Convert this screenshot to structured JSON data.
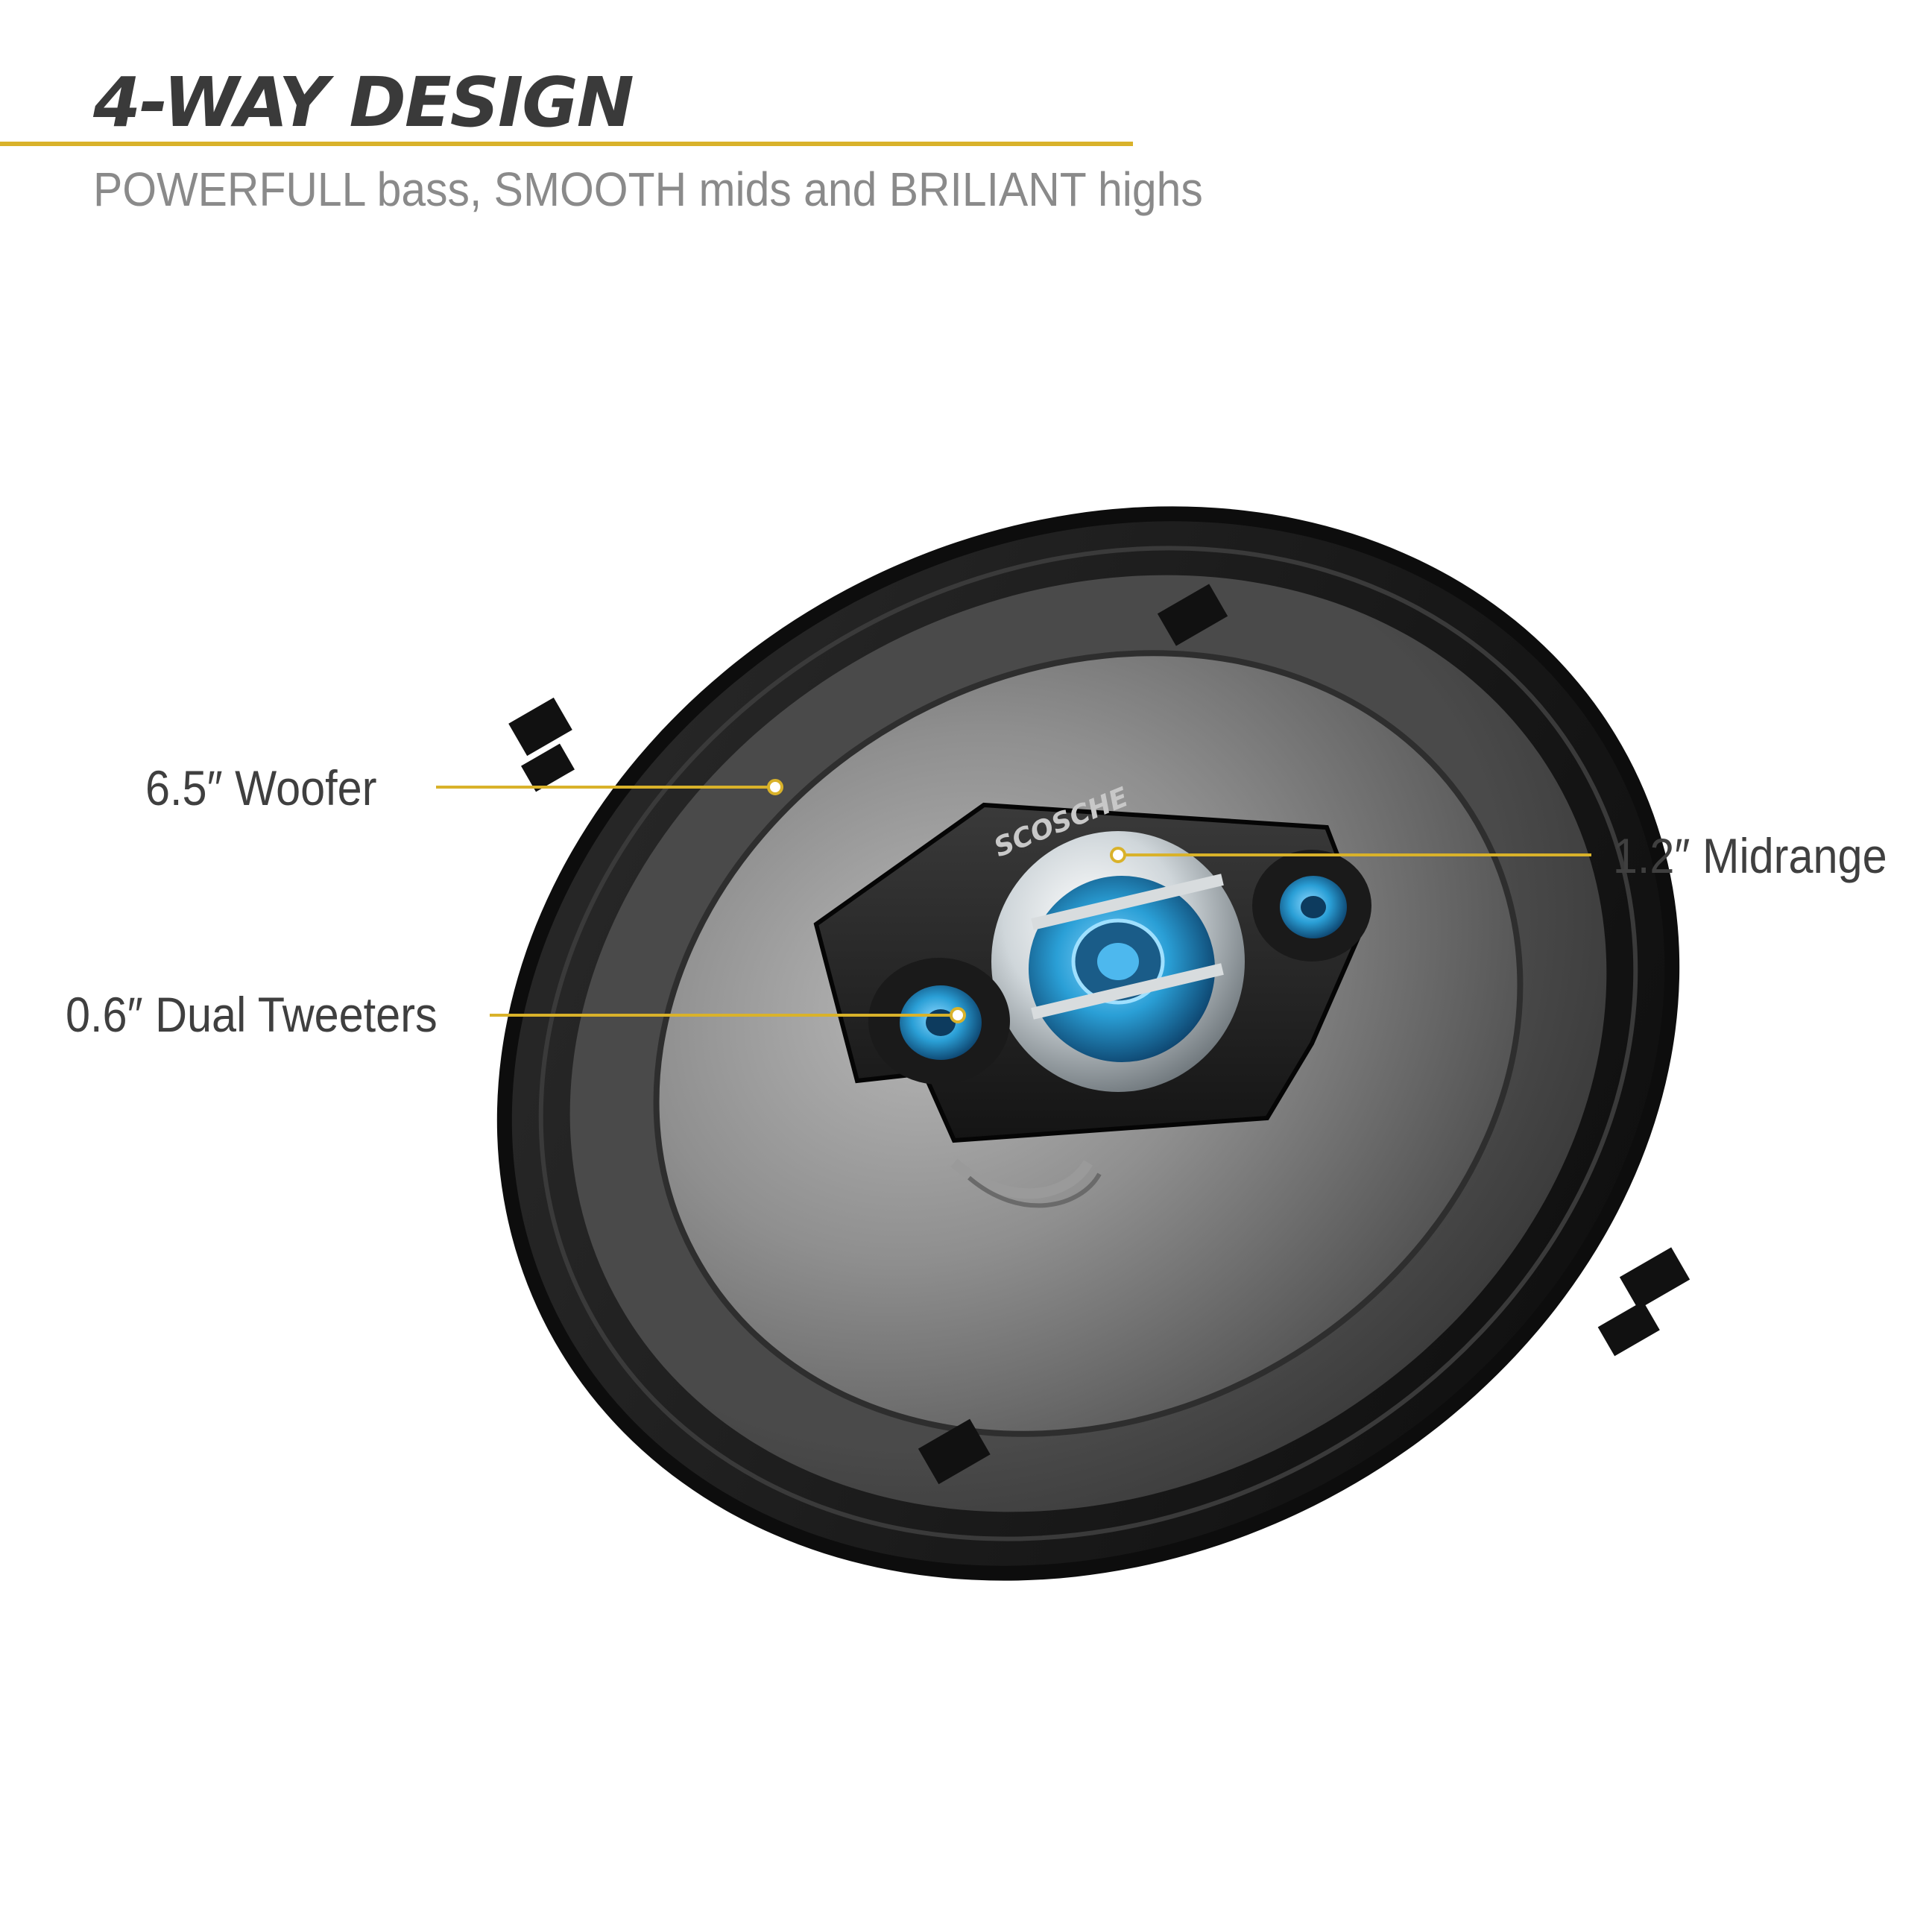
{
  "header": {
    "title": "4-WAY DESIGN",
    "subtitle": "POWERFULL bass, SMOOTH mids and BRILIANT highs"
  },
  "product": {
    "brand_logo": "SCOSCHE",
    "image": "4-way coaxial car speaker"
  },
  "callouts": {
    "woofer": "6.5″ Woofer",
    "midrange": "1.2″ Midrange",
    "tweeters": "0.6″ Dual Tweeters"
  },
  "colors": {
    "accent": "#d9b22a",
    "title_text": "#3a3a3a",
    "subtitle_text": "#8a8a8a",
    "speaker_blue": "#2a9fd6"
  }
}
